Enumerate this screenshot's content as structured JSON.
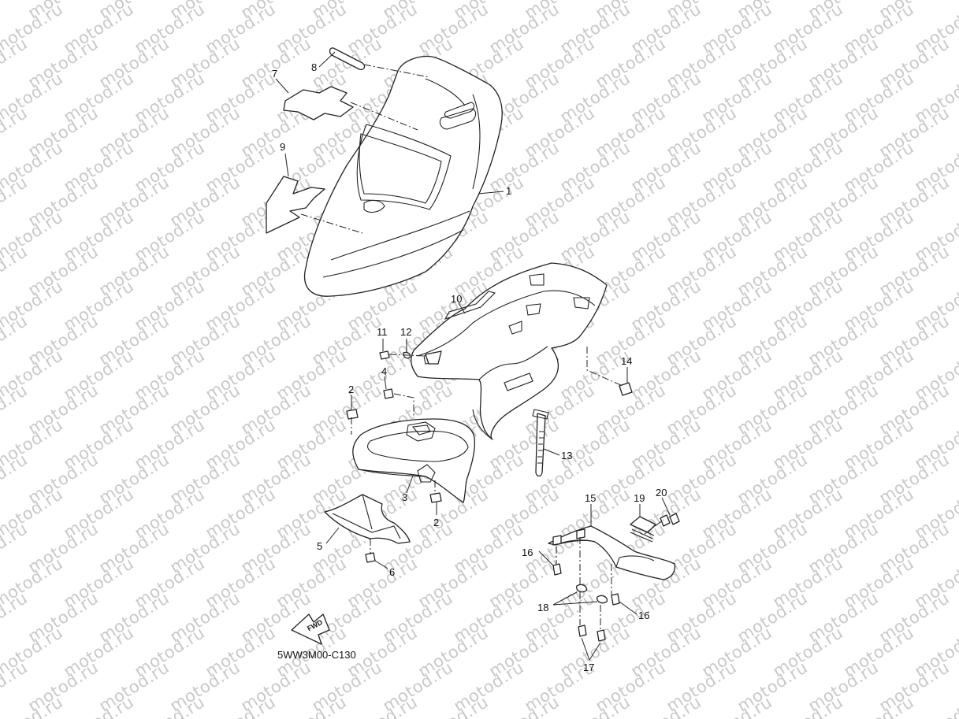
{
  "watermark": {
    "text": "motod.ru",
    "color": "#c9c9c9"
  },
  "diagram": {
    "code": "5WW3M00-C130",
    "fwd_label": "FWD",
    "callouts": {
      "n1": "1",
      "n2a": "2",
      "n2b": "2",
      "n3": "3",
      "n4": "4",
      "n5": "5",
      "n6": "6",
      "n7": "7",
      "n8": "8",
      "n9": "9",
      "n10": "10",
      "n11": "11",
      "n12": "12",
      "n13": "13",
      "n14": "14",
      "n15": "15",
      "n16a": "16",
      "n16b": "16",
      "n17": "17",
      "n18": "18",
      "n19": "19",
      "n20": "20"
    }
  }
}
